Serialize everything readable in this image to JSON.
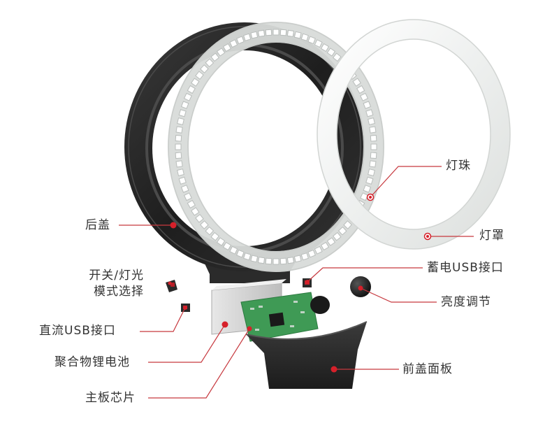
{
  "colors": {
    "accent": "#d6202a",
    "line": "#c7393f",
    "text": "#333333",
    "housing": "#2a2a2a"
  },
  "labels": {
    "lamp_bead": "灯珠",
    "lamp_cover": "灯罩",
    "back_cover": "后盖",
    "charge_usb": "蓄电USB接口",
    "switch_line1": "开关/灯光",
    "switch_line2": "模式选择",
    "brightness": "亮度调节",
    "dc_usb": "直流USB接口",
    "battery": "聚合物锂电池",
    "front_panel": "前盖面板",
    "chip": "主板芯片"
  }
}
